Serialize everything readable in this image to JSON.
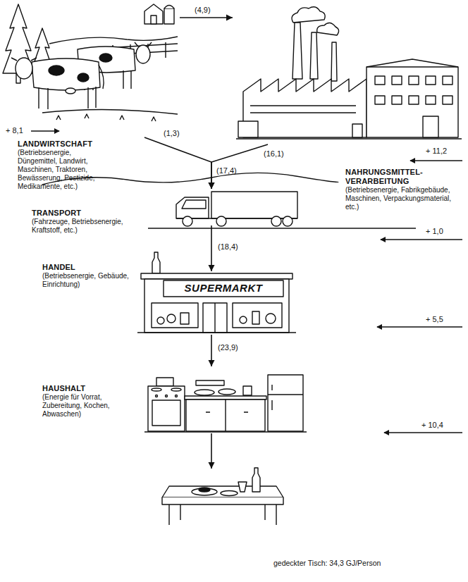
{
  "diagram": {
    "nodes": [
      {
        "text": [
          "LANDWIRTSCHAFT",
          "(Betriebsenergie, Düngemittel, Landwirt, Maschinen, Traktoren, Bewässerung, Pestizide, Medikamente, etc.)"
        ]
      },
      {
        "text": [
          "NAHRUNGSMITTEL-VERARBEITUNG",
          "(Betriebsenergie, Fabrikgebäude, Maschinen, Verpackungsmaterial, etc.)"
        ]
      },
      {
        "text": [
          "TRANSPORT",
          "(Fahrzeuge, Betriebsenergie, Kraftstoff, etc.)"
        ]
      },
      {
        "text": [
          "HANDEL",
          "(Betriebsenergie, Gebäude, Einrichtung)"
        ]
      },
      {
        "text": [
          "HAUSHALT",
          "(Energie für Vorrat, Zubereitung, Kochen, Abwaschen)"
        ]
      },
      {
        "text": [
          "gedeckter Tisch: 34,3 GJ/Person"
        ]
      }
    ],
    "edges": [
      {
        "from": 0,
        "to": 1,
        "label": "(4,9)",
        "arrow": "to"
      },
      {
        "from": 0,
        "to": 2,
        "label": "(1,3)",
        "arrow": "to"
      },
      {
        "from": 1,
        "to": 2,
        "label": "(16,1)",
        "arrow": "to"
      },
      {
        "from": 2,
        "to": 3,
        "label": "(18,4)",
        "arrow": "to"
      },
      {
        "from": 3,
        "to": 4,
        "label": "(23,9)",
        "arrow": "to"
      },
      {
        "from": 4,
        "to": 5,
        "arrow": "to"
      }
    ],
    "labels": [
      "+ 8,1",
      "+ 11,2",
      "(17,4)",
      "+ 1,0",
      "SUPERMARKT",
      "+ 5,5",
      "+ 10,4"
    ]
  }
}
